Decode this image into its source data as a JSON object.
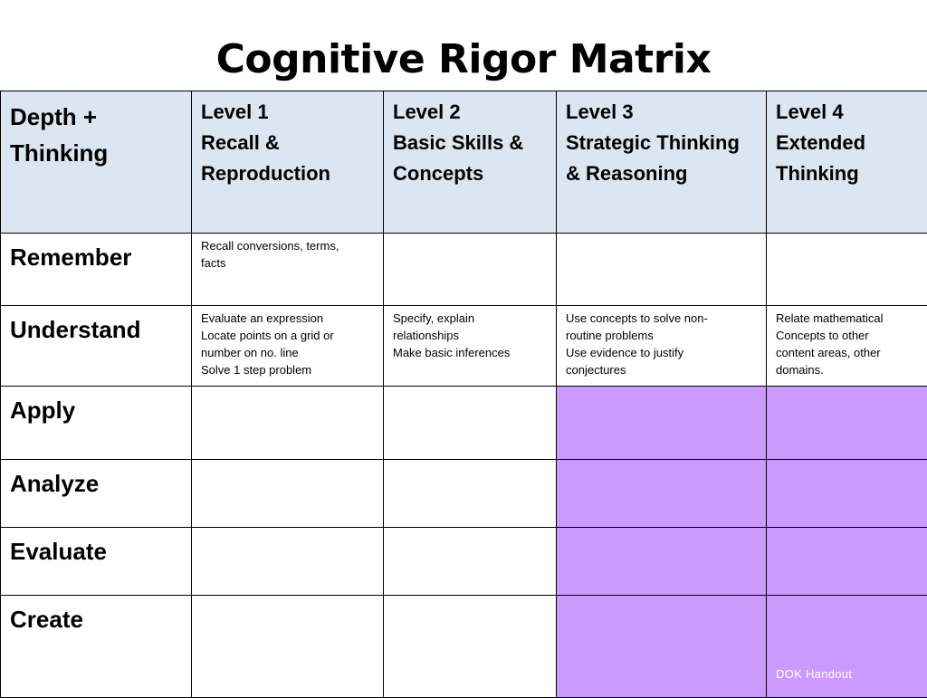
{
  "title": "Cognitive Rigor Matrix",
  "corner": {
    "line1": "Depth +",
    "line2": "Thinking"
  },
  "levels": [
    {
      "line1": "Level 1",
      "line2": "Recall &",
      "line3": "Reproduction"
    },
    {
      "line1": "Level 2",
      "line2": "Basic Skills &",
      "line3": "Concepts"
    },
    {
      "line1": "Level 3",
      "line2": "Strategic Thinking",
      "line3": "& Reasoning"
    },
    {
      "line1": "Level 4",
      "line2": "Extended",
      "line3": "Thinking"
    }
  ],
  "rows": [
    {
      "label": "Remember",
      "cells": [
        [
          "Recall conversions, terms,",
          "facts"
        ],
        [],
        [],
        []
      ]
    },
    {
      "label": "Understand",
      "cells": [
        [
          "Evaluate an expression",
          "Locate points on a grid or",
          "number on no. line",
          "Solve 1 step problem"
        ],
        [
          "Specify, explain",
          "relationships",
          "Make basic inferences"
        ],
        [
          "Use concepts to solve non-",
          "routine problems",
          "Use evidence to justify",
          "conjectures"
        ],
        [
          "Relate mathematical",
          "Concepts to other",
          "content areas, other",
          "domains."
        ]
      ]
    },
    {
      "label": "Apply",
      "cells": [
        [],
        [],
        [],
        []
      ]
    },
    {
      "label": "Analyze",
      "cells": [
        [],
        [],
        [],
        []
      ]
    },
    {
      "label": "Evaluate",
      "cells": [
        [],
        [],
        [],
        []
      ]
    },
    {
      "label": "Create",
      "cells": [
        [],
        [],
        [],
        []
      ]
    }
  ],
  "footer_note": "DOK  Handout",
  "colors": {
    "header_bg": "#dce6f1",
    "highlight": "#cc99ff"
  }
}
